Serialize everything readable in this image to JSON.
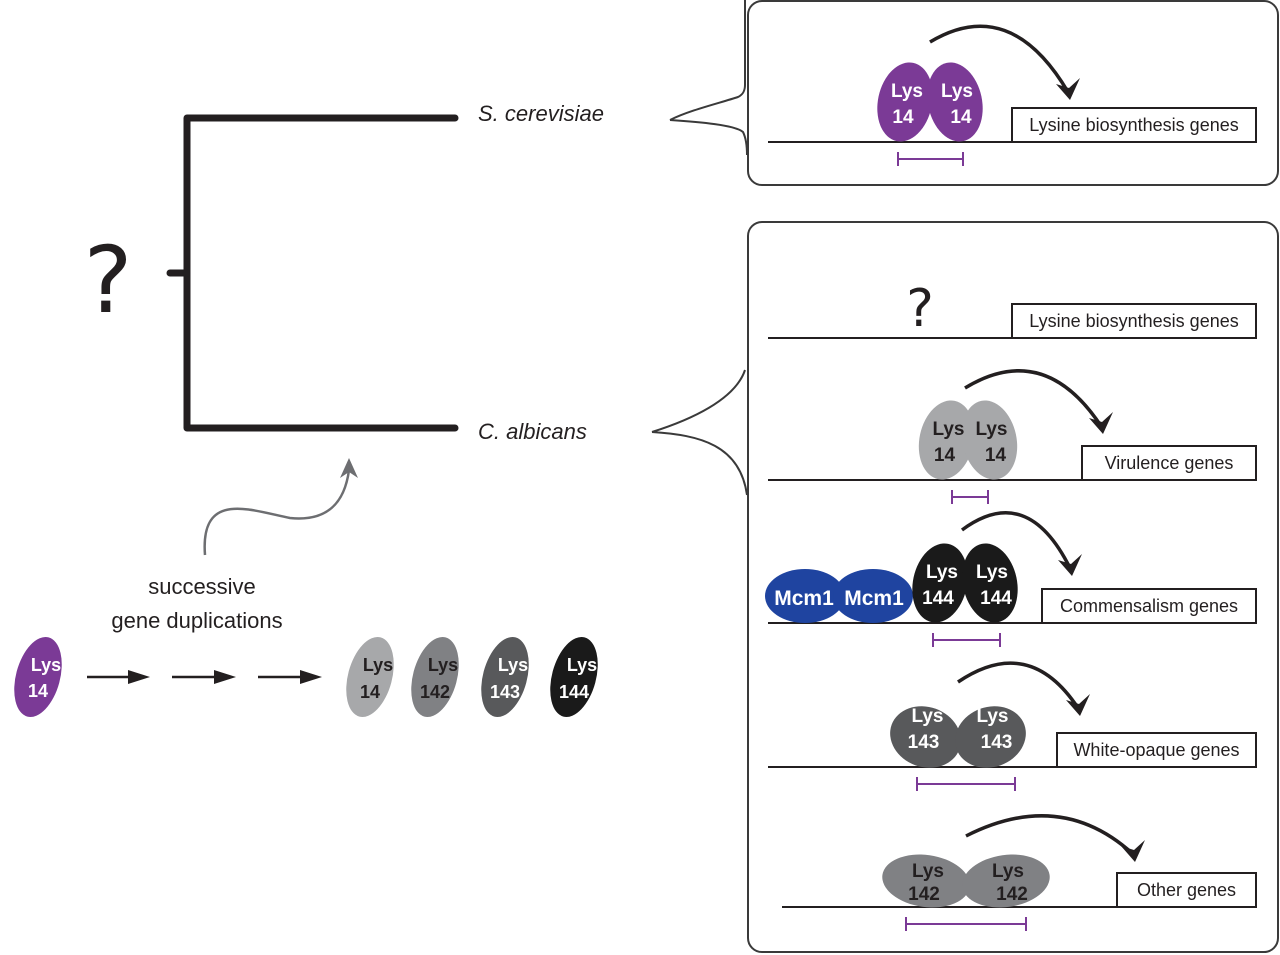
{
  "tree": {
    "root_question": "?",
    "species_top": "S. cerevisiae",
    "species_bottom": "C. albicans"
  },
  "duplication": {
    "caption_line1": "successive",
    "caption_line2": "gene duplications",
    "ancestor": {
      "name": "Lys",
      "number": "14",
      "color": "#7b3a96",
      "text_color": "#ffffff"
    },
    "paralogs": [
      {
        "name": "Lys",
        "number": "14",
        "color": "#a7a8aa",
        "text_color": "#231f20"
      },
      {
        "name": "Lys",
        "number": "142",
        "color": "#808184",
        "text_color": "#231f20"
      },
      {
        "name": "Lys",
        "number": "143",
        "color": "#58595b",
        "text_color": "#ffffff"
      },
      {
        "name": "Lys",
        "number": "144",
        "color": "#1a1a1a",
        "text_color": "#ffffff"
      }
    ]
  },
  "panel_top": {
    "rows": [
      {
        "factor": "Lys",
        "number": "14",
        "color": "#7b3a96",
        "text_color": "#ffffff",
        "target": "Lysine biosynthesis genes"
      }
    ]
  },
  "panel_bottom": {
    "rows": [
      {
        "unknown": "?",
        "target": "Lysine biosynthesis genes"
      },
      {
        "factor": "Lys",
        "number": "14",
        "color": "#a7a8aa",
        "text_color": "#231f20",
        "target": "Virulence genes"
      },
      {
        "cofactor": "Mcm1",
        "cofactor_color": "#1f44a0",
        "factor": "Lys",
        "number": "144",
        "color": "#1a1a1a",
        "text_color": "#ffffff",
        "target": "Commensalism genes"
      },
      {
        "factor": "Lys",
        "number": "143",
        "color": "#58595b",
        "text_color": "#ffffff",
        "target": "White-opaque genes"
      },
      {
        "factor": "Lys",
        "number": "142",
        "color": "#808184",
        "text_color": "#231f20",
        "target": "Other genes"
      }
    ]
  },
  "colors": {
    "line": "#231f20",
    "motif": "#7b3a96",
    "panel_border": "#3a3a3a",
    "evolution_arrow": "#6d6e71"
  }
}
